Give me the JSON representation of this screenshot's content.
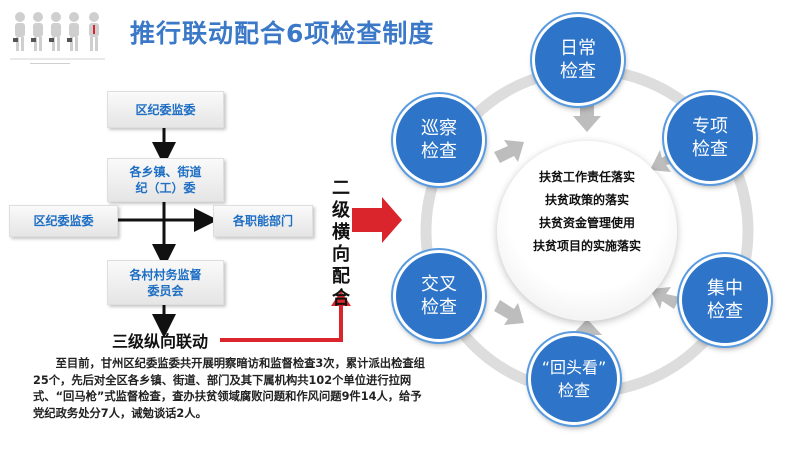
{
  "title": "推行联动配合6项检查制度",
  "flow": {
    "box_district": "区纪委监委",
    "box_towns": "各乡镇、街道\n纪（工）委",
    "box_left": "区纪委监委",
    "box_departments": "各职能部门",
    "box_villages": "各村村务监督\n委员会",
    "vertical_label": "三级纵向联动",
    "horizontal_label": "二级横向配合"
  },
  "paragraph": "至目前，甘州区纪委监委共开展明察暗访和监督检查3次，累计派出检查组25个，先后对全区各乡镇、街道、部门及其下属机构共102个单位进行拉网式、“回马枪”式监督检查，查办扶贫领域腐败问题和作风问题9件14人，给予党纪政务处分7人，诫勉谈话2人。",
  "center_items": [
    "扶贫工作责任落实",
    "扶贫政策的落实",
    "扶贫资金管理使用",
    "扶贫项目的实施落实"
  ],
  "checks": [
    {
      "label": "日常\n检查"
    },
    {
      "label": "专项\n检查"
    },
    {
      "label": "集中\n检查"
    },
    {
      "label": "“回头看”\n检查"
    },
    {
      "label": "交叉\n检查"
    },
    {
      "label": "巡察\n检查"
    }
  ],
  "colors": {
    "title": "#3b78c8",
    "circle": "#2e75c9",
    "arrow_red": "#d9252b",
    "ring": "#dddddd"
  }
}
